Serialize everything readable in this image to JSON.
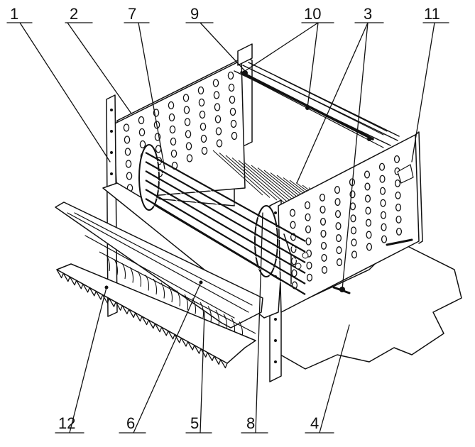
{
  "callouts": [
    {
      "id": "1",
      "text": "1"
    },
    {
      "id": "2",
      "text": "2"
    },
    {
      "id": "7",
      "text": "7"
    },
    {
      "id": "9",
      "text": "9"
    },
    {
      "id": "10",
      "text": "10"
    },
    {
      "id": "3",
      "text": "3"
    },
    {
      "id": "11",
      "text": "11"
    },
    {
      "id": "12",
      "text": "12"
    },
    {
      "id": "6",
      "text": "6"
    },
    {
      "id": "5",
      "text": "5"
    },
    {
      "id": "8",
      "text": "8"
    },
    {
      "id": "4",
      "text": "4"
    }
  ]
}
